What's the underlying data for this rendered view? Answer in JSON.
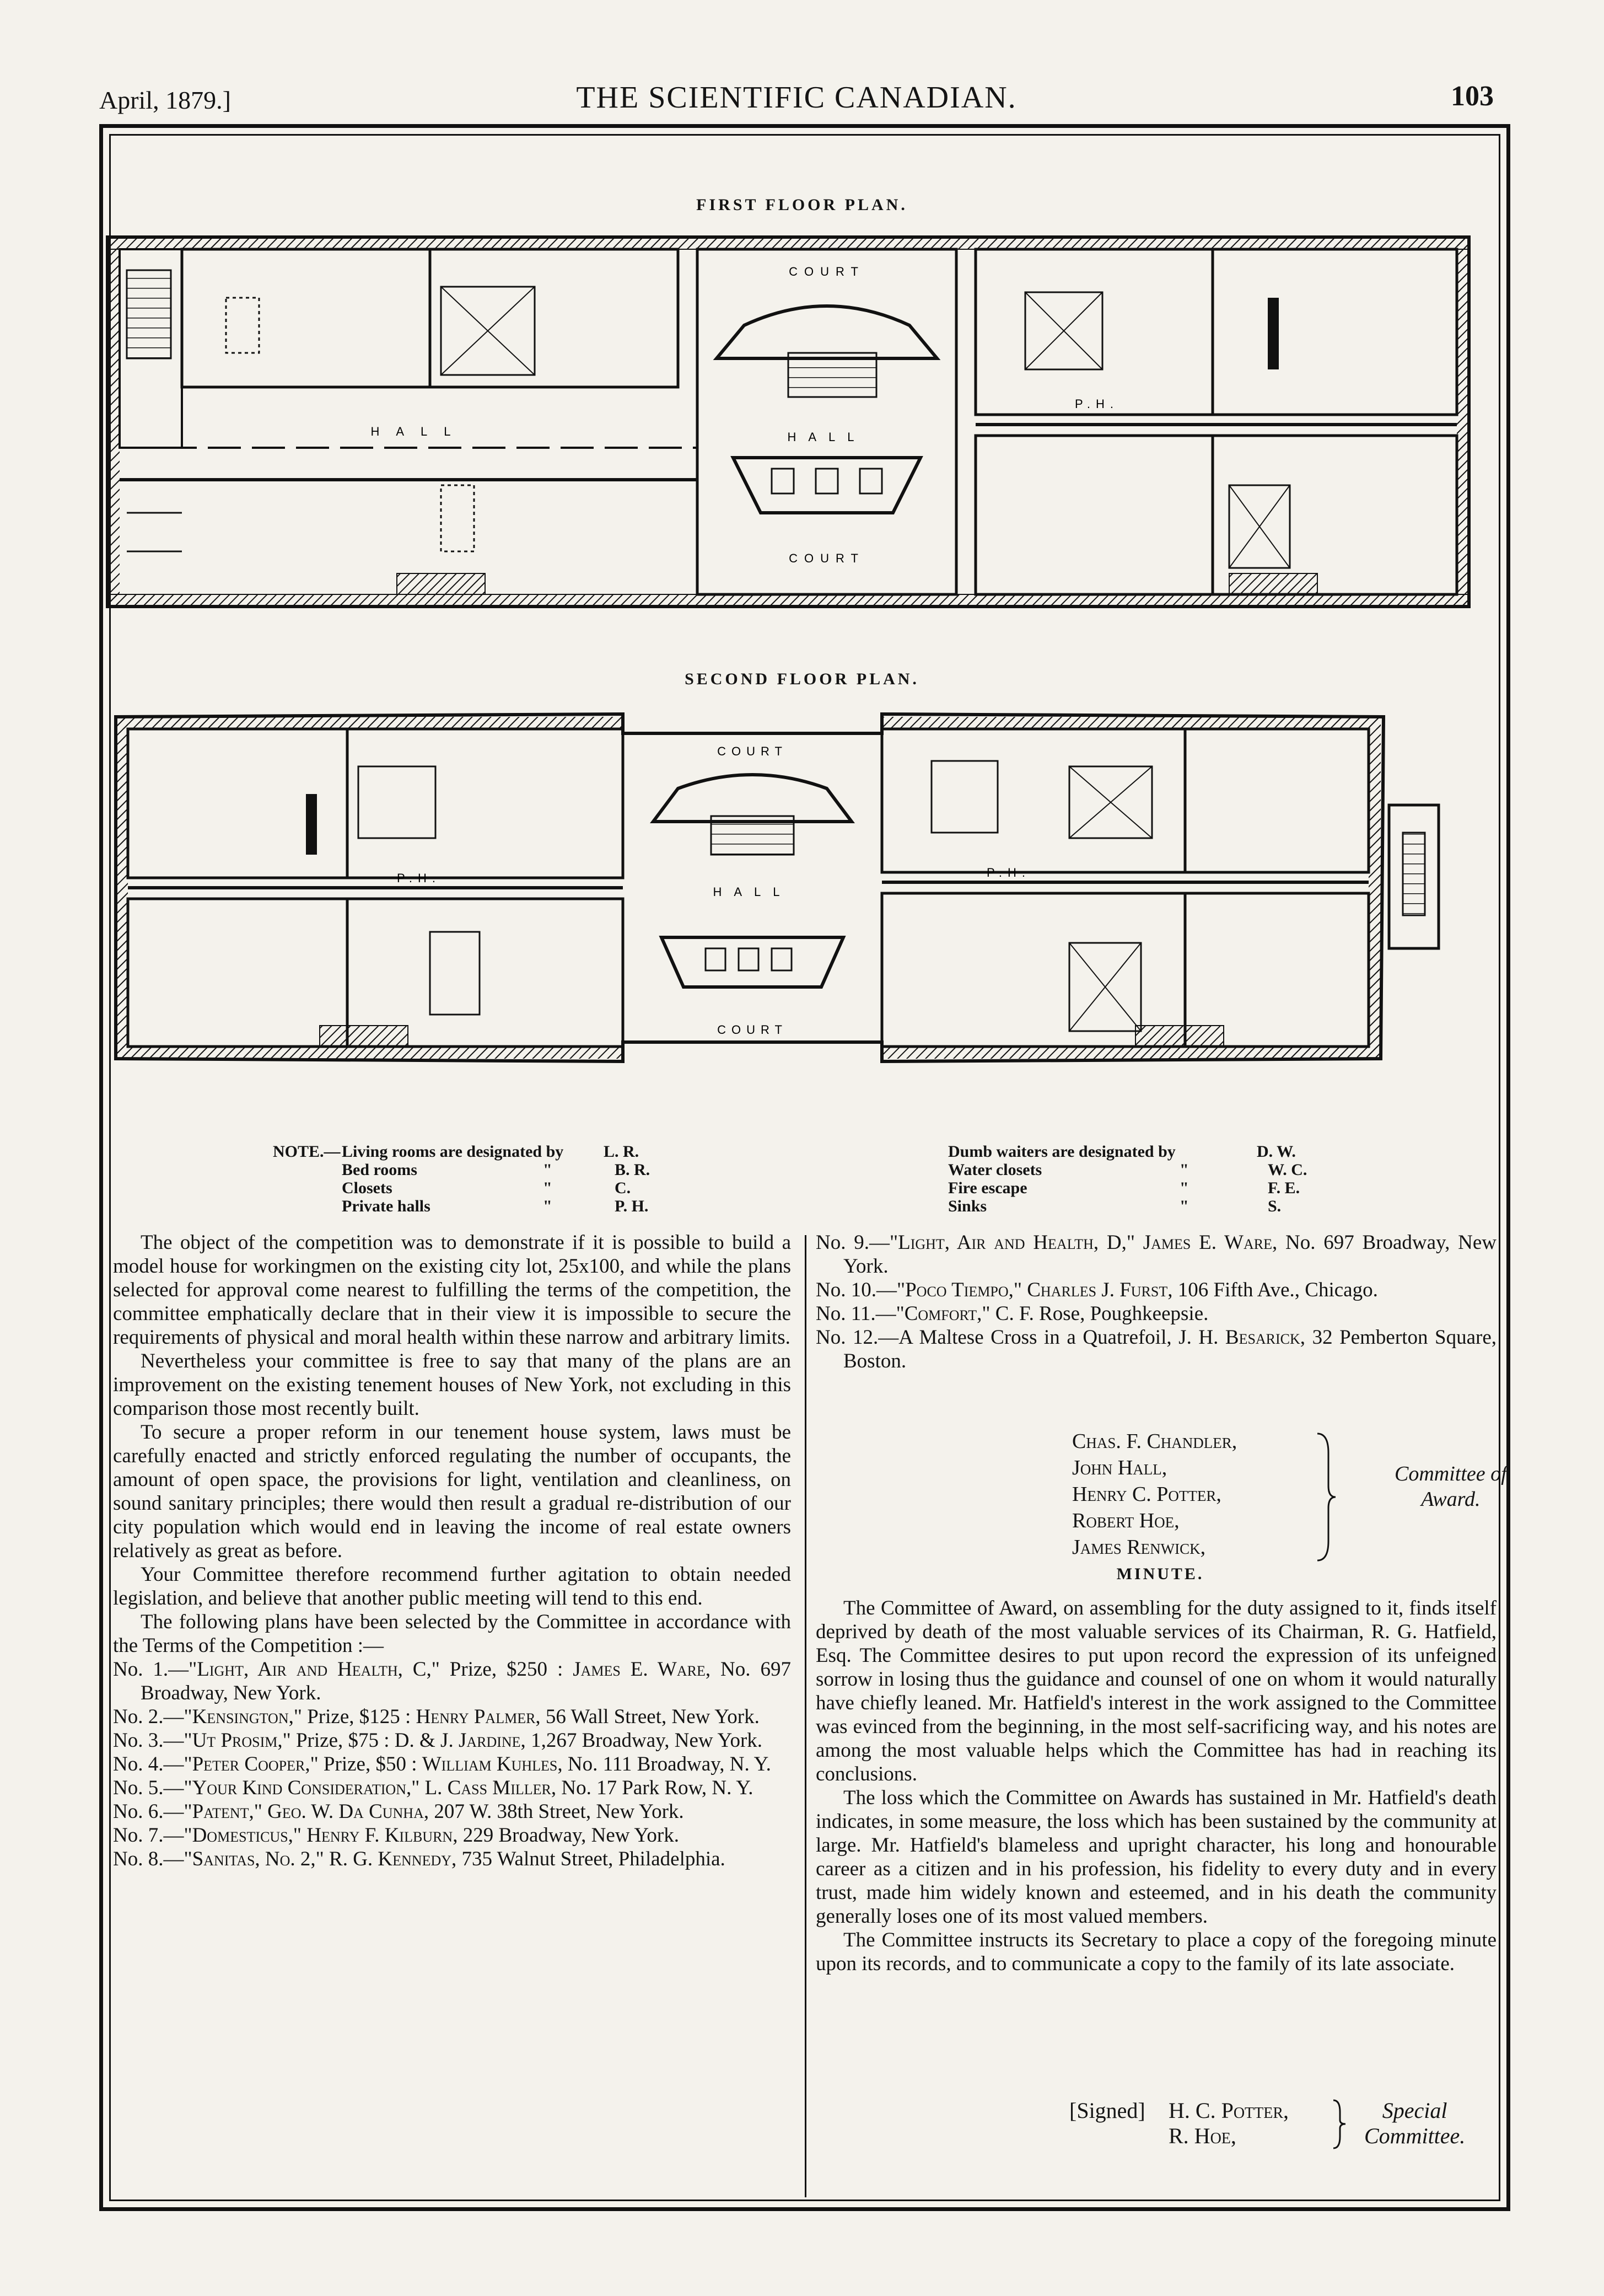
{
  "header": {
    "date": "April, 1879.]",
    "title": "THE SCIENTIFIC CANADIAN.",
    "page": "103"
  },
  "plans": {
    "first_floor_title": "FIRST FLOOR PLAN.",
    "second_floor_title": "SECOND FLOOR PLAN.",
    "court": "COURT",
    "hall": "HALL",
    "ph": "P.H."
  },
  "legend": {
    "note": "NOTE.—",
    "left": [
      {
        "label": "Living rooms are designated by",
        "code": "L. R."
      },
      {
        "label": "Bed rooms",
        "ditto": "\"",
        "code": "B. R."
      },
      {
        "label": "Closets",
        "ditto": "\"",
        "code": "C."
      },
      {
        "label": "Private halls",
        "ditto": "\"",
        "code": "P. H."
      }
    ],
    "right": [
      {
        "label": "Dumb waiters are designated by",
        "code": "D. W."
      },
      {
        "label": "Water closets",
        "ditto": "\"",
        "code": "W. C."
      },
      {
        "label": "Fire escape",
        "ditto": "\"",
        "code": "F. E."
      },
      {
        "label": "Sinks",
        "ditto": "\"",
        "code": "S."
      }
    ]
  },
  "left_column": {
    "p1": "The object of the competition was to demonstrate if it is possible to build a model house for workingmen on the existing city lot, 25x100, and while the plans selected for approval come nearest to fulfilling the terms of the competition, the committee emphatically declare that in their view it is impossible to secure the requirements of physical and moral health within these narrow and arbitrary limits.",
    "p2": "Nevertheless your committee is free to say that many of the plans are an improvement on the existing tenement houses of New York, not excluding in this comparison those most recently built.",
    "p3": "To secure a proper reform in our tenement house system, laws must be carefully enacted and strictly enforced regulating the number of occupants, the amount of open space, the provisions for light, ventilation and cleanliness, on sound sanitary principles; there would then result a gradual re-distribution of our city population which would end in leaving the income of real estate owners relatively as great as before.",
    "p4": "Your Committee therefore recommend further agitation to obtain needed legislation, and believe that another public meeting will tend to this end.",
    "p5": "The following plans have been selected by the Committee in accordance with the Terms of the Competition :—",
    "entries": [
      {
        "no": "No. 1.—",
        "title": "\"Light, Air and Health, C,\"",
        "prize": "Prize, $250 :",
        "author": "James E. Ware,",
        "address": "No. 697 Broadway, New York."
      },
      {
        "no": "No. 2.—",
        "title": "\"Kensington,\"",
        "prize": "Prize, $125 :",
        "author": "Henry Palmer,",
        "address": "56 Wall Street, New York."
      },
      {
        "no": "No. 3.—",
        "title": "\"Ut Prosim,\"",
        "prize": "Prize, $75 :",
        "author": "D. & J. Jardine,",
        "address": "1,267 Broadway, New York."
      },
      {
        "no": "No. 4.—",
        "title": "\"Peter Cooper,\"",
        "prize": "Prize, $50 :",
        "author": "William Kuhles,",
        "address": "No. 111 Broadway, N. Y."
      },
      {
        "no": "No. 5.—",
        "title": "\"Your Kind Consideration,\"",
        "prize": "",
        "author": "L. Cass Miller,",
        "address": "No. 17 Park Row, N. Y."
      },
      {
        "no": "No. 6.—",
        "title": "\"Patent,\"",
        "prize": "",
        "author": "Geo. W. Da Cunha,",
        "address": "207 W. 38th Street, New York."
      },
      {
        "no": "No. 7.—",
        "title": "\"Domesticus,\"",
        "prize": "",
        "author": "Henry F. Kilburn,",
        "address": "229 Broadway, New York."
      },
      {
        "no": "No. 8.—",
        "title": "\"Sanitas, No. 2,\"",
        "prize": "",
        "author": "R. G. Kennedy,",
        "address": "735 Walnut Street, Philadelphia."
      }
    ]
  },
  "right_column": {
    "entries": [
      {
        "no": "No. 9.—",
        "title": "\"Light, Air and Health, D,\"",
        "author": "James E. Ware,",
        "address": "No. 697 Broadway, New York."
      },
      {
        "no": "No. 10.—",
        "title": "\"Poco Tiempo,\"",
        "author": "Charles J. Furst,",
        "address": "106 Fifth Ave., Chicago."
      },
      {
        "no": "No. 11.—",
        "title": "\"Comfort,\"",
        "author": "C. F. Rose,",
        "address": "Poughkeepsie."
      },
      {
        "no": "No. 12.—",
        "title": "A Maltese Cross in a Quatrefoil,",
        "author": "J. H. Besarick,",
        "address": "32 Pemberton Square, Boston."
      }
    ],
    "committee": [
      "Chas. F. Chandler,",
      "John Hall,",
      "Henry C. Potter,",
      "Robert Hoe,",
      "James Renwick,"
    ],
    "committee_label": [
      "Committee of",
      "Award."
    ],
    "minute_title": "MINUTE.",
    "m1": "The Committee of Award, on assembling for the duty assigned to it, finds itself deprived by death of the most valuable services of its Chairman, R. G. Hatfield, Esq. The Committee desires to put upon record the expression of its unfeigned sorrow in losing thus the guidance and counsel of one on whom it would naturally have chiefly leaned. Mr. Hatfield's interest in the work assigned to the Committee was evinced from the beginning, in the most self-sacrificing way, and his notes are among the most valuable helps which the Committee has had in reaching its conclusions.",
    "m2": "The loss which the Committee on Awards has sustained in Mr. Hatfield's death indicates, in some measure, the loss which has been sustained by the community at large. Mr. Hatfield's blameless and upright character, his long and honourable career as a citizen and in his profession, his fidelity to every duty and in every trust, made him widely known and esteemed, and in his death the community generally loses one of its most valued members.",
    "m3": "The Committee instructs its Secretary to place a copy of the foregoing minute upon its records, and to communicate a copy to the family of its late associate.",
    "signed": "[Signed]",
    "signers": [
      "H. C. Potter,",
      "R. Hoe,"
    ],
    "special": [
      "Special",
      "Committee."
    ]
  }
}
